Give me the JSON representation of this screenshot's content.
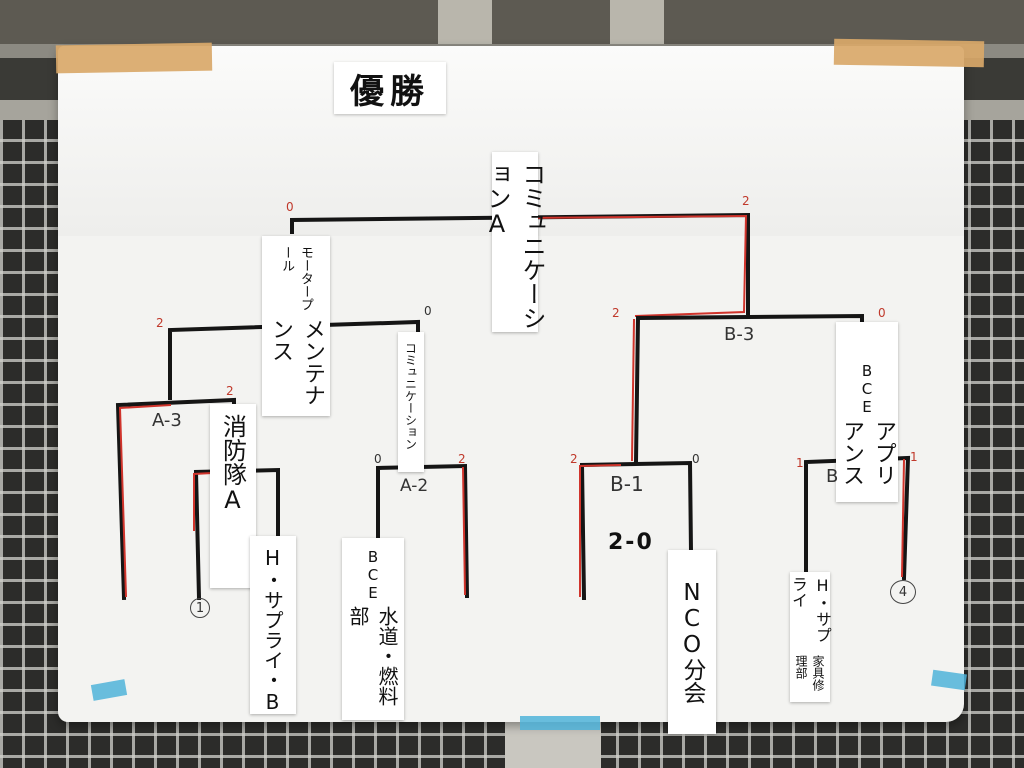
{
  "title": "優勝",
  "teams": {
    "champion": "コミュニケーションA",
    "motorpool_line1": "モータープール",
    "motorpool_line2": "メンテナンス",
    "communication": "コミュニケーション",
    "shobotai": "消防隊A",
    "hsupply_b": "H・サプライ・B",
    "bce_water_line1": "BCE",
    "bce_water_line2": "水道・燃料部",
    "nco": "NCO分会",
    "bce_appliance_line1": "BCE",
    "bce_appliance_line2": "アプリアンス",
    "hsupply_furn_line1": "H・サプライ",
    "hsupply_furn_line2": "家具修理部"
  },
  "match_labels": {
    "a3": "A-3",
    "a2": "A-2",
    "b1": "B-1",
    "b3": "B-3",
    "b2": "B",
    "b1_result": "2-0"
  },
  "scores": {
    "final_left": "0",
    "final_right": "2",
    "a3_left": "2",
    "a3_right": "0",
    "b3_left": "2",
    "b3_right": "0",
    "a3_top_left": "2",
    "a2_left": "0",
    "a2_right": "2",
    "b1_left": "2",
    "b1_right": "0",
    "b2_left": "1",
    "b2_right": "1"
  },
  "circles": {
    "c1": "1",
    "c4": "4"
  },
  "colors": {
    "bracket_black": "#151515",
    "winner_red": "#d0342c",
    "paper": "#f3f3f1",
    "tape_brown": "#d9a869",
    "tape_blue": "#4fb3d9"
  }
}
